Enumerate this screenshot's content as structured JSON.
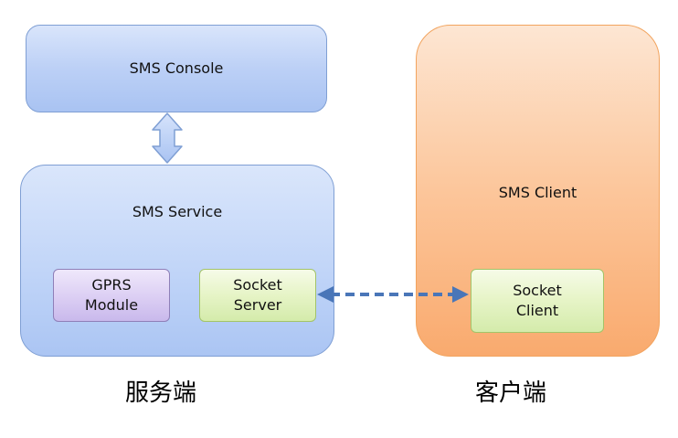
{
  "nodes": {
    "sms_console": "SMS Console",
    "sms_service": "SMS Service",
    "gprs_module_line1": "GPRS",
    "gprs_module_line2": "Module",
    "socket_server_line1": "Socket",
    "socket_server_line2": "Server",
    "sms_client": "SMS Client",
    "socket_client_line1": "Socket",
    "socket_client_line2": "Client"
  },
  "labels": {
    "server_side": "服务端",
    "client_side": "客户端"
  },
  "colors": {
    "blue_fill": "#bcd0f6",
    "blue_border": "#7f9fd4",
    "orange_fill": "#fcc69b",
    "orange_border": "#f2a45f",
    "purple_fill": "#ddd0f4",
    "green_fill": "#e6f4c6",
    "arrow_color": "#4a76b8"
  },
  "connections": [
    {
      "from": "sms_console",
      "to": "sms_service",
      "style": "solid-double-arrow"
    },
    {
      "from": "socket_server",
      "to": "socket_client",
      "style": "dashed-double-arrow"
    }
  ]
}
